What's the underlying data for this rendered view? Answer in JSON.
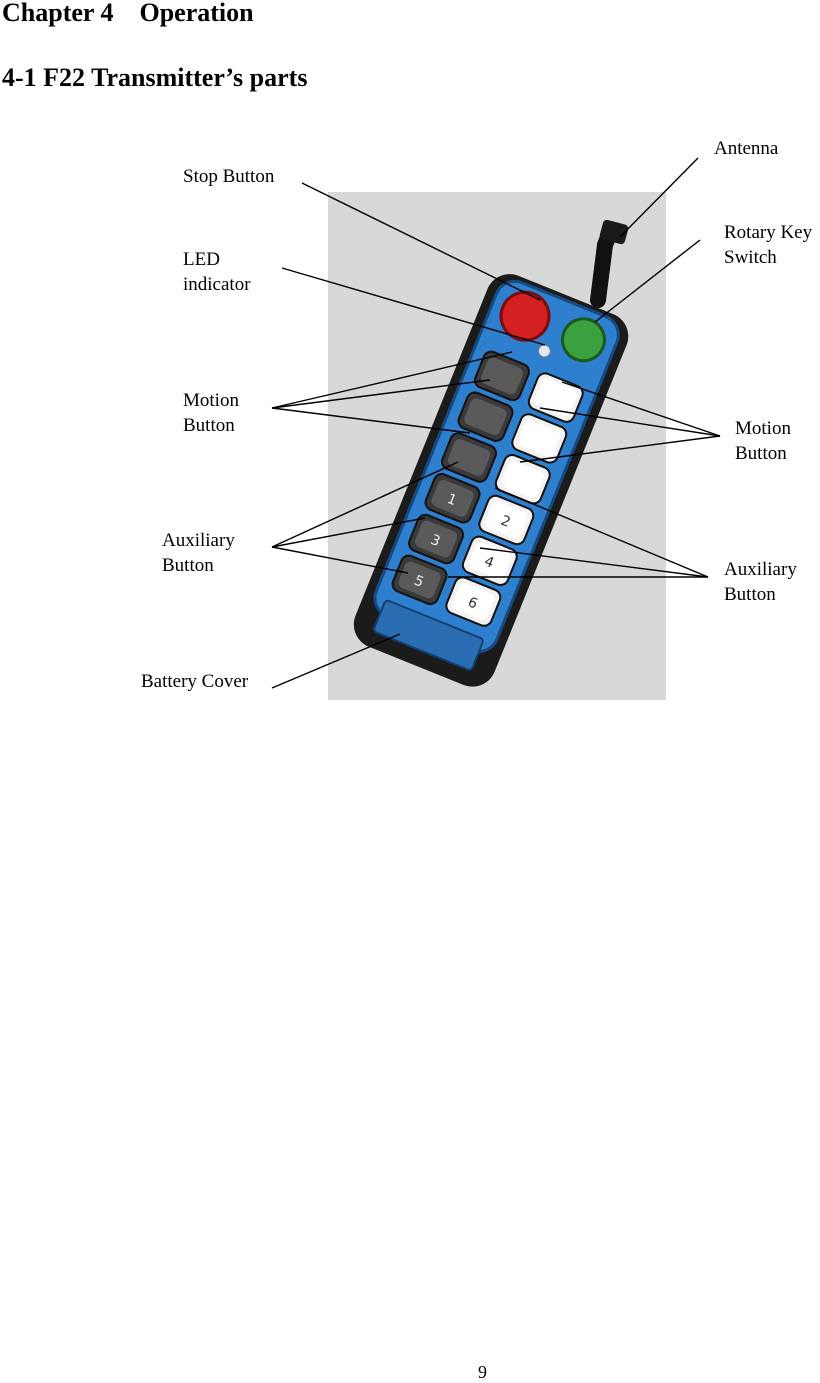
{
  "chapter_title": "Chapter 4    Operation",
  "section_title": "4-1 F22 Transmitter’s parts",
  "labels": {
    "stop_button": "Stop Button",
    "led_indicator": "LED\nindicator",
    "motion_button_left": "Motion\nButton",
    "auxiliary_button_left": "Auxiliary\nButton",
    "battery_cover": "Battery Cover",
    "antenna": "Antenna",
    "rotary_key_switch": "Rotary Key\nSwitch",
    "motion_button_right": "Motion\nButton",
    "auxiliary_button_right": "Auxiliary\nButton"
  },
  "buttons": {
    "motion_left": [
      "",
      "",
      ""
    ],
    "motion_right": [
      "",
      "",
      ""
    ],
    "auxiliary_left": [
      "1",
      "3",
      "5"
    ],
    "auxiliary_right": [
      "2",
      "4",
      "6"
    ]
  },
  "colors": {
    "photo_background": "#d8d8d8",
    "housing": "#2f7fcf",
    "stop_button": "#d42020",
    "rotary_key": "#3aa040",
    "key_face": "#f2f2f2"
  },
  "page_number": "9"
}
